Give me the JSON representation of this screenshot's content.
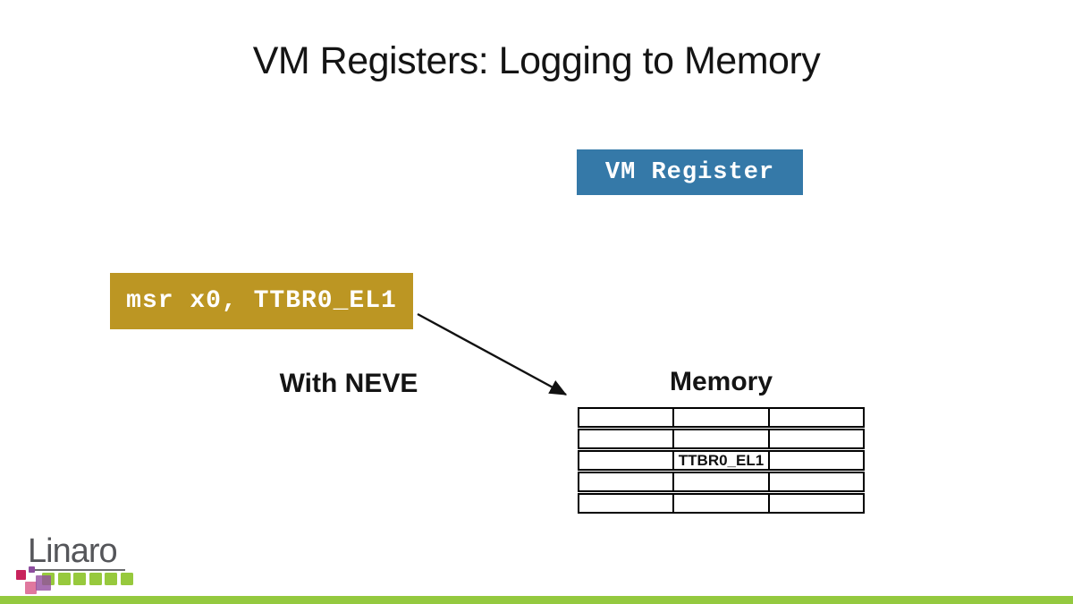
{
  "slide": {
    "title": "VM Registers: Logging to Memory"
  },
  "boxes": {
    "vm_register": "VM Register",
    "instruction": "msr x0, TTBR0_EL1"
  },
  "labels": {
    "with_neve": "With NEVE",
    "memory": "Memory"
  },
  "memory_table": {
    "rows": 5,
    "cols": 3,
    "cells": [
      [
        "",
        "",
        ""
      ],
      [
        "",
        "",
        ""
      ],
      [
        "",
        "TTBR0_EL1",
        ""
      ],
      [
        "",
        "",
        ""
      ],
      [
        "",
        "",
        ""
      ]
    ]
  },
  "logo": {
    "text": "Linaro"
  },
  "colors": {
    "vm_register_box": "#3579A8",
    "instruction_box": "#BC9623",
    "logo_green": "#97C93D",
    "footer_bar": "#94C93F",
    "logo_gray": "#55565A",
    "logo_crimson": "#C8235C",
    "logo_purple_small": "#8D4D9E",
    "logo_purple_big": "#944DA0",
    "logo_pink": "#DB608D",
    "arrow": "#111111"
  }
}
